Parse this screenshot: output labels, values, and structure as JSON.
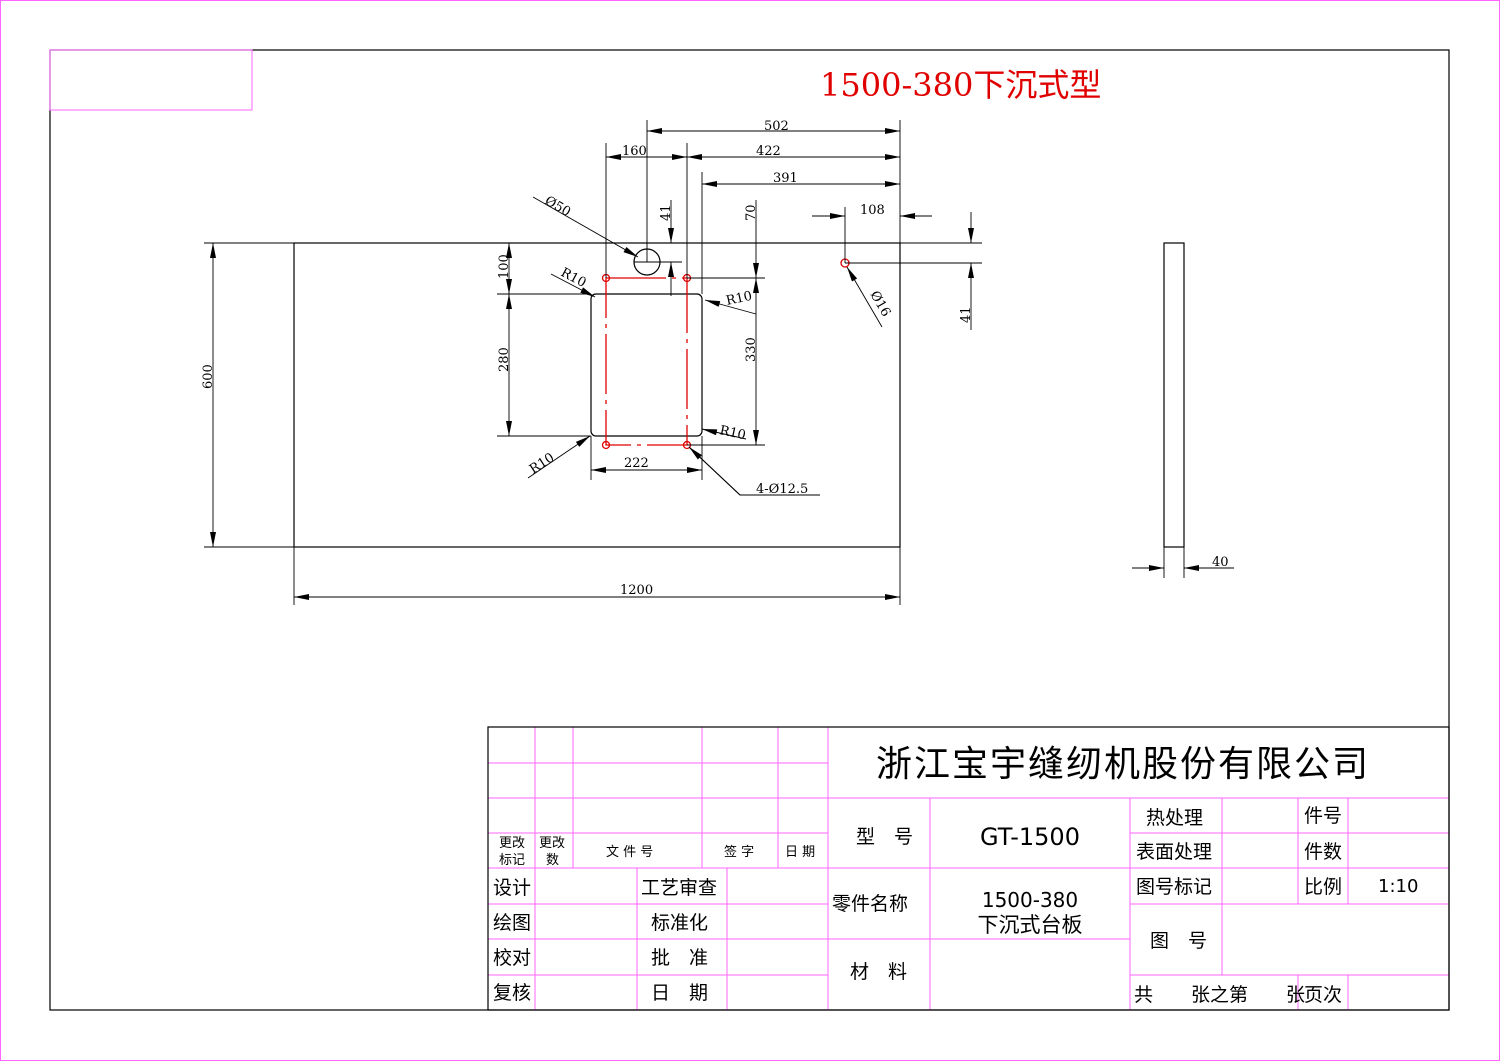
{
  "drawing": {
    "title": "1500-380下沉式型",
    "title_color": "#e00000",
    "dimensions": {
      "d502": "502",
      "d160": "160",
      "d422": "422",
      "d391": "391",
      "d41a": "41",
      "d70": "70",
      "d108": "108",
      "d41b": "41",
      "d100": "100",
      "d280": "280",
      "d330": "330",
      "d600": "600",
      "d1200": "1200",
      "d222": "222",
      "d40": "40",
      "phi50": "Ø50",
      "phi16": "Ø16",
      "holes": "4-Ø12.5",
      "r1": "R10",
      "r2": "R10",
      "r3": "R10",
      "r4": "R10"
    }
  },
  "title_block": {
    "company": "浙江宝宇缝纫机股份有限公司",
    "rev_mark": [
      "更改",
      "标记"
    ],
    "rev_count": [
      "更改",
      "数"
    ],
    "doc_no": "文 件 号",
    "signature": "签 字",
    "date_header": "日 期",
    "design": "设计",
    "drawing": "绘图",
    "check": "校对",
    "review": "复核",
    "process_review": "工艺审查",
    "standardization": "标准化",
    "approve": "批　准",
    "date": "日　期",
    "model_label": "型　号",
    "model_value": "GT-1500",
    "part_name_label": "零件名称",
    "part_name_value": [
      "1500-380",
      "下沉式台板"
    ],
    "material_label": "材　料",
    "heat_treatment": "热处理",
    "surface_treatment": "表面处理",
    "drawing_no_mark": "图号标记",
    "drawing_no": "图　号",
    "sheets": "共　　张之第　　张",
    "part_no": "件号",
    "quantity": "件数",
    "scale_label": "比例",
    "scale_value": "1:10",
    "page": "页次"
  }
}
